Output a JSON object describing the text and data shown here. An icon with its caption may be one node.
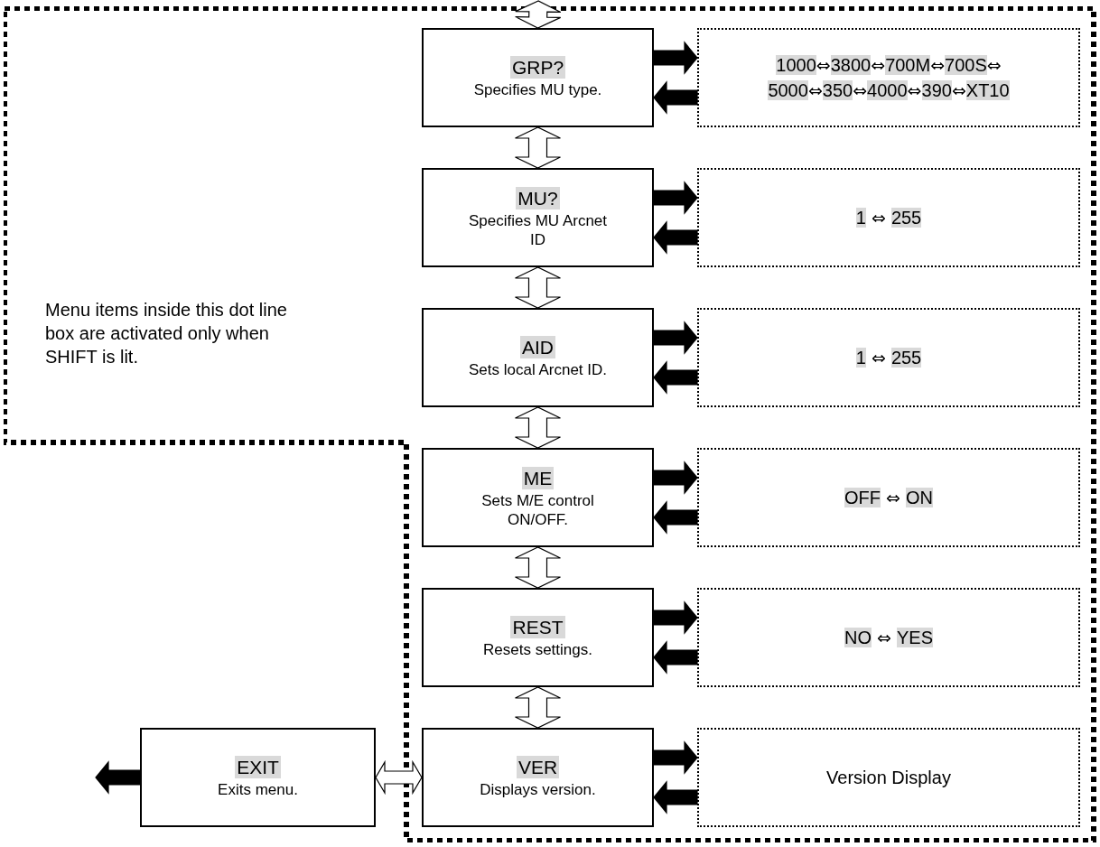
{
  "diagram": {
    "nodes": [
      {
        "text": [
          "Menu items inside this dot line box are activated only when SHIFT is lit."
        ]
      },
      {
        "text": [
          "GRP?",
          "Specifies MU type."
        ],
        "in": 0
      },
      {
        "text": [
          "1000⇔3800⇔700M⇔700S⇔ 5000⇔350⇔4000⇔390⇔XT10"
        ],
        "in": 0
      },
      {
        "text": [
          "MU?",
          "Specifies MU Arcnet ID"
        ],
        "in": 0
      },
      {
        "text": [
          "1 ⇔ 255"
        ],
        "in": 0
      },
      {
        "text": [
          "AID",
          "Sets local Arcnet ID."
        ],
        "in": 0
      },
      {
        "text": [
          "1 ⇔ 255"
        ],
        "in": 0
      },
      {
        "text": [
          "ME",
          "Sets M/E control ON/OFF."
        ],
        "in": 0
      },
      {
        "text": [
          "OFF ⇔ ON"
        ],
        "in": 0
      },
      {
        "text": [
          "REST",
          "Resets settings."
        ],
        "in": 0
      },
      {
        "text": [
          "NO ⇔ YES"
        ],
        "in": 0
      },
      {
        "text": [
          "VER",
          "Displays version."
        ],
        "in": 0
      },
      {
        "text": [
          "Version Display"
        ],
        "in": 0
      },
      {
        "text": [
          "EXIT",
          "Exits menu."
        ]
      }
    ],
    "edges": [
      {
        "from": null,
        "to": 1,
        "arrow": "both"
      },
      {
        "from": 1,
        "to": 2,
        "arrow": "to"
      },
      {
        "from": 2,
        "to": 1,
        "arrow": "to"
      },
      {
        "from": 1,
        "to": 3,
        "arrow": "both"
      },
      {
        "from": 3,
        "to": 4,
        "arrow": "to"
      },
      {
        "from": 4,
        "to": 3,
        "arrow": "to"
      },
      {
        "from": 3,
        "to": 5,
        "arrow": "both"
      },
      {
        "from": 5,
        "to": 6,
        "arrow": "to"
      },
      {
        "from": 6,
        "to": 5,
        "arrow": "to"
      },
      {
        "from": 5,
        "to": 7,
        "arrow": "both"
      },
      {
        "from": 7,
        "to": 8,
        "arrow": "to"
      },
      {
        "from": 8,
        "to": 7,
        "arrow": "to"
      },
      {
        "from": 7,
        "to": 9,
        "arrow": "both"
      },
      {
        "from": 9,
        "to": 10,
        "arrow": "to"
      },
      {
        "from": 10,
        "to": 9,
        "arrow": "to"
      },
      {
        "from": 9,
        "to": 11,
        "arrow": "both"
      },
      {
        "from": 11,
        "to": 12,
        "arrow": "to"
      },
      {
        "from": 12,
        "to": 11,
        "arrow": "to"
      },
      {
        "from": 11,
        "to": 13,
        "arrow": "both"
      },
      {
        "from": 13,
        "to": null,
        "arrow": "to"
      }
    ]
  }
}
